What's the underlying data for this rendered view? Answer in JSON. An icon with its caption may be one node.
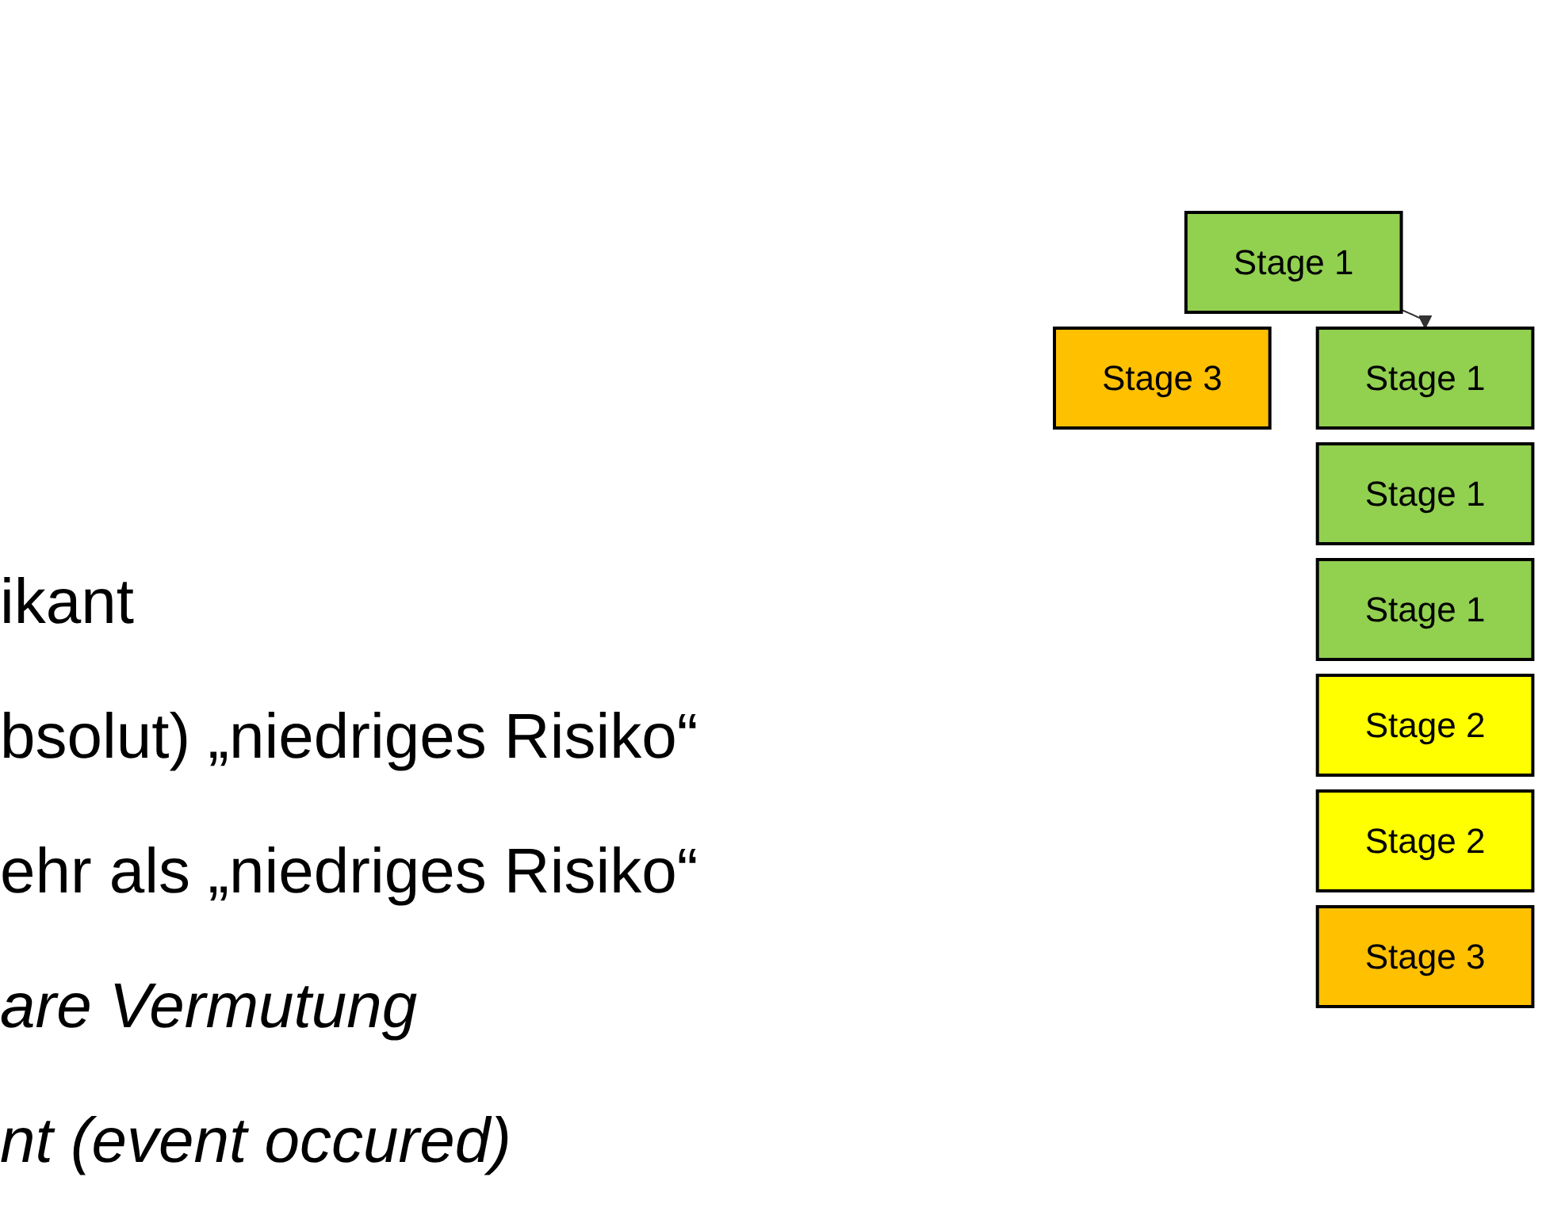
{
  "diagram": {
    "nodes": [
      {
        "text": [
          "Stage 1"
        ]
      },
      {
        "text": [
          "Stage 3"
        ]
      },
      {
        "text": [
          "Stage 1"
        ]
      },
      {
        "text": [
          "Stage 1"
        ]
      },
      {
        "text": [
          "Stage 1"
        ]
      },
      {
        "text": [
          "Stage 2"
        ]
      },
      {
        "text": [
          "Stage 2"
        ]
      },
      {
        "text": [
          "Stage 3"
        ]
      }
    ],
    "edges": [
      {
        "from": 0,
        "to": 2,
        "arrow": "to"
      }
    ],
    "labels": [
      "ikant",
      "bsolut) „niedriges Risiko“",
      "ehr als „niedriges Risiko“",
      "are Vermutung",
      "nt (event occured)"
    ]
  }
}
